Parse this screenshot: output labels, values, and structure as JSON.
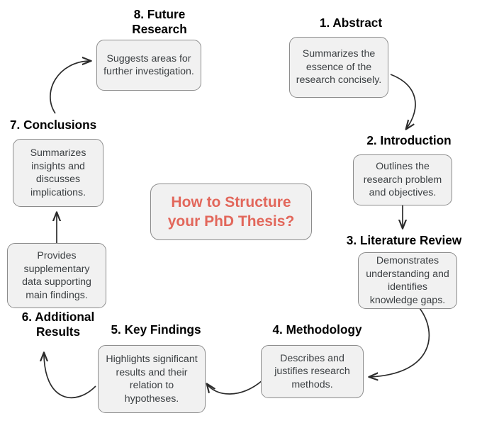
{
  "diagram": {
    "center": {
      "title": "How to Structure\nyour PhD Thesis?",
      "title_color": "#e2675b",
      "box_fill": "#f1f1f1",
      "box_border": "#8c8c8c"
    },
    "nodes": [
      {
        "id": "abstract",
        "label": "1. Abstract",
        "text": "Summarizes the essence of the research concisely."
      },
      {
        "id": "introduction",
        "label": "2. Introduction",
        "text": "Outlines the research problem and objectives."
      },
      {
        "id": "literature-review",
        "label": "3. Literature Review",
        "text": "Demonstrates understanding and identifies knowledge gaps."
      },
      {
        "id": "methodology",
        "label": "4. Methodology",
        "text": "Describes and justifies research methods."
      },
      {
        "id": "key-findings",
        "label": "5. Key Findings",
        "text": "Highlights significant results and their relation to hypotheses."
      },
      {
        "id": "additional-results",
        "label": "6. Additional\nResults",
        "text": "Provides supplementary data supporting main findings."
      },
      {
        "id": "conclusions",
        "label": "7. Conclusions",
        "text": "Summarizes insights and discusses implications."
      },
      {
        "id": "future-research",
        "label": "8. Future\nResearch",
        "text": "Suggests areas for further investigation."
      }
    ],
    "flow_order": [
      "1. Abstract",
      "2. Introduction",
      "3. Literature Review",
      "4. Methodology",
      "5. Key Findings",
      "6. Additional Results",
      "7. Conclusions",
      "8. Future Research"
    ],
    "arrow_color": "#2b2b2b"
  }
}
